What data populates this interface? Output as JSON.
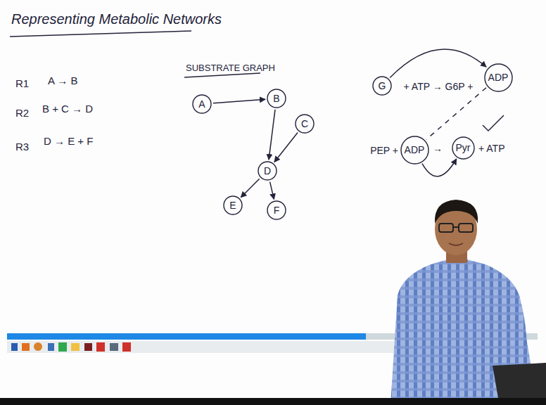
{
  "diagram": {
    "title": "Representing Metabolic Networks",
    "nodes": [
      {
        "text": [
          "A"
        ]
      },
      {
        "text": [
          "B"
        ]
      },
      {
        "text": [
          "C"
        ]
      },
      {
        "text": [
          "D"
        ]
      },
      {
        "text": [
          "E"
        ]
      },
      {
        "text": [
          "F"
        ]
      },
      {
        "text": [
          "G"
        ]
      },
      {
        "text": [
          "ADP"
        ]
      },
      {
        "text": [
          "ADP"
        ]
      },
      {
        "text": [
          "Pyr"
        ]
      }
    ],
    "edges": [
      {
        "from": 0,
        "to": 1,
        "arrow": "to"
      },
      {
        "from": 1,
        "to": 3,
        "arrow": "to"
      },
      {
        "from": 2,
        "to": 3,
        "arrow": "to"
      },
      {
        "from": 3,
        "to": 4,
        "arrow": "to"
      },
      {
        "from": 3,
        "to": 5,
        "arrow": "to"
      },
      {
        "from": 6,
        "to": 7,
        "arrow": "to"
      },
      {
        "from": 7,
        "to": 8,
        "arrow": "none"
      },
      {
        "from": 8,
        "to": 9,
        "arrow": "to"
      }
    ],
    "labels": [
      "R1",
      "A → B",
      "R2",
      "B + C → D",
      "R3",
      "D → E + F",
      "SUBSTRATE GRAPH",
      "+ ATP → G6P +",
      "PEP +",
      "→",
      "+ ATP"
    ]
  }
}
